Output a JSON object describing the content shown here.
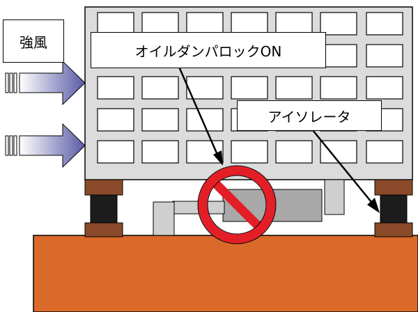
{
  "labels": {
    "wind": "強風",
    "damper_lock": "オイルダンパロックON",
    "isolator": "アイソレータ"
  },
  "colors": {
    "building": "#dcdcdc",
    "window_fill": "#ffffff",
    "outline": "#000000",
    "ground": "#d96a2a",
    "bearing_plate": "#8a4a2a",
    "rubber": "#1c1c1c",
    "damper_body": "#a9a9a9",
    "damper_rod": "#cfcfcf",
    "prohibit": "#e41e26",
    "wind_arrow_start": "#ffffff",
    "wind_arrow_end": "#5a5aa8"
  },
  "icons": [
    "wind-arrow-icon",
    "prohibited-icon",
    "oil-damper",
    "seismic-isolator"
  ]
}
